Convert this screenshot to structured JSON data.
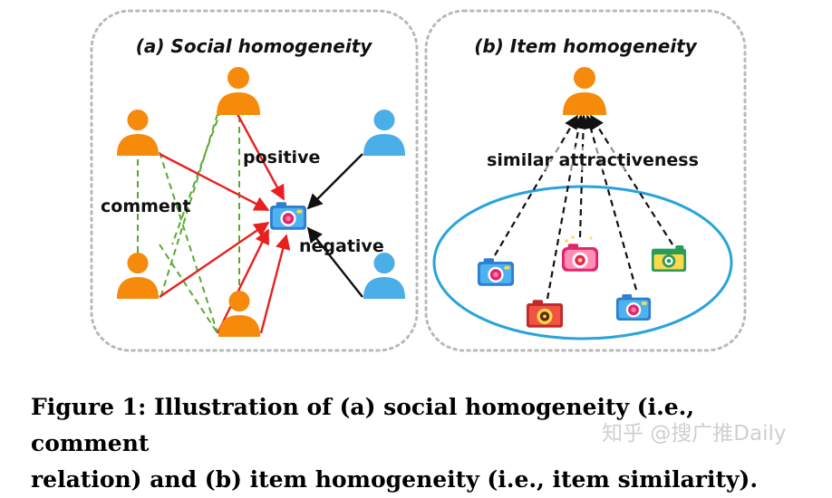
{
  "panel_a": {
    "title": "(a) Social homogeneity",
    "labels": {
      "positive": "positive",
      "comment": "comment",
      "negative": "negative"
    }
  },
  "panel_b": {
    "title": "(b) Item homogeneity",
    "labels": {
      "similar": "similar attractiveness"
    }
  },
  "caption": {
    "line1": "Figure 1: Illustration of (a) social homogeneity (i.e., comment",
    "line2": "relation) and (b) item homogeneity (i.e., item similarity)."
  },
  "watermark": "知乎 @搜广推Daily",
  "colors": {
    "orange_user": "#f58a0b",
    "blue_user": "#4aaee8",
    "positive_edge": "#e8201f",
    "negative_edge": "#111111",
    "comment_edge": "#5aa832",
    "item_cluster": "#2aa3dc",
    "panel_border": "#b9b9b9"
  },
  "icons": {
    "user_orange": "person-icon",
    "user_blue": "person-icon",
    "item": "camera-icon"
  }
}
